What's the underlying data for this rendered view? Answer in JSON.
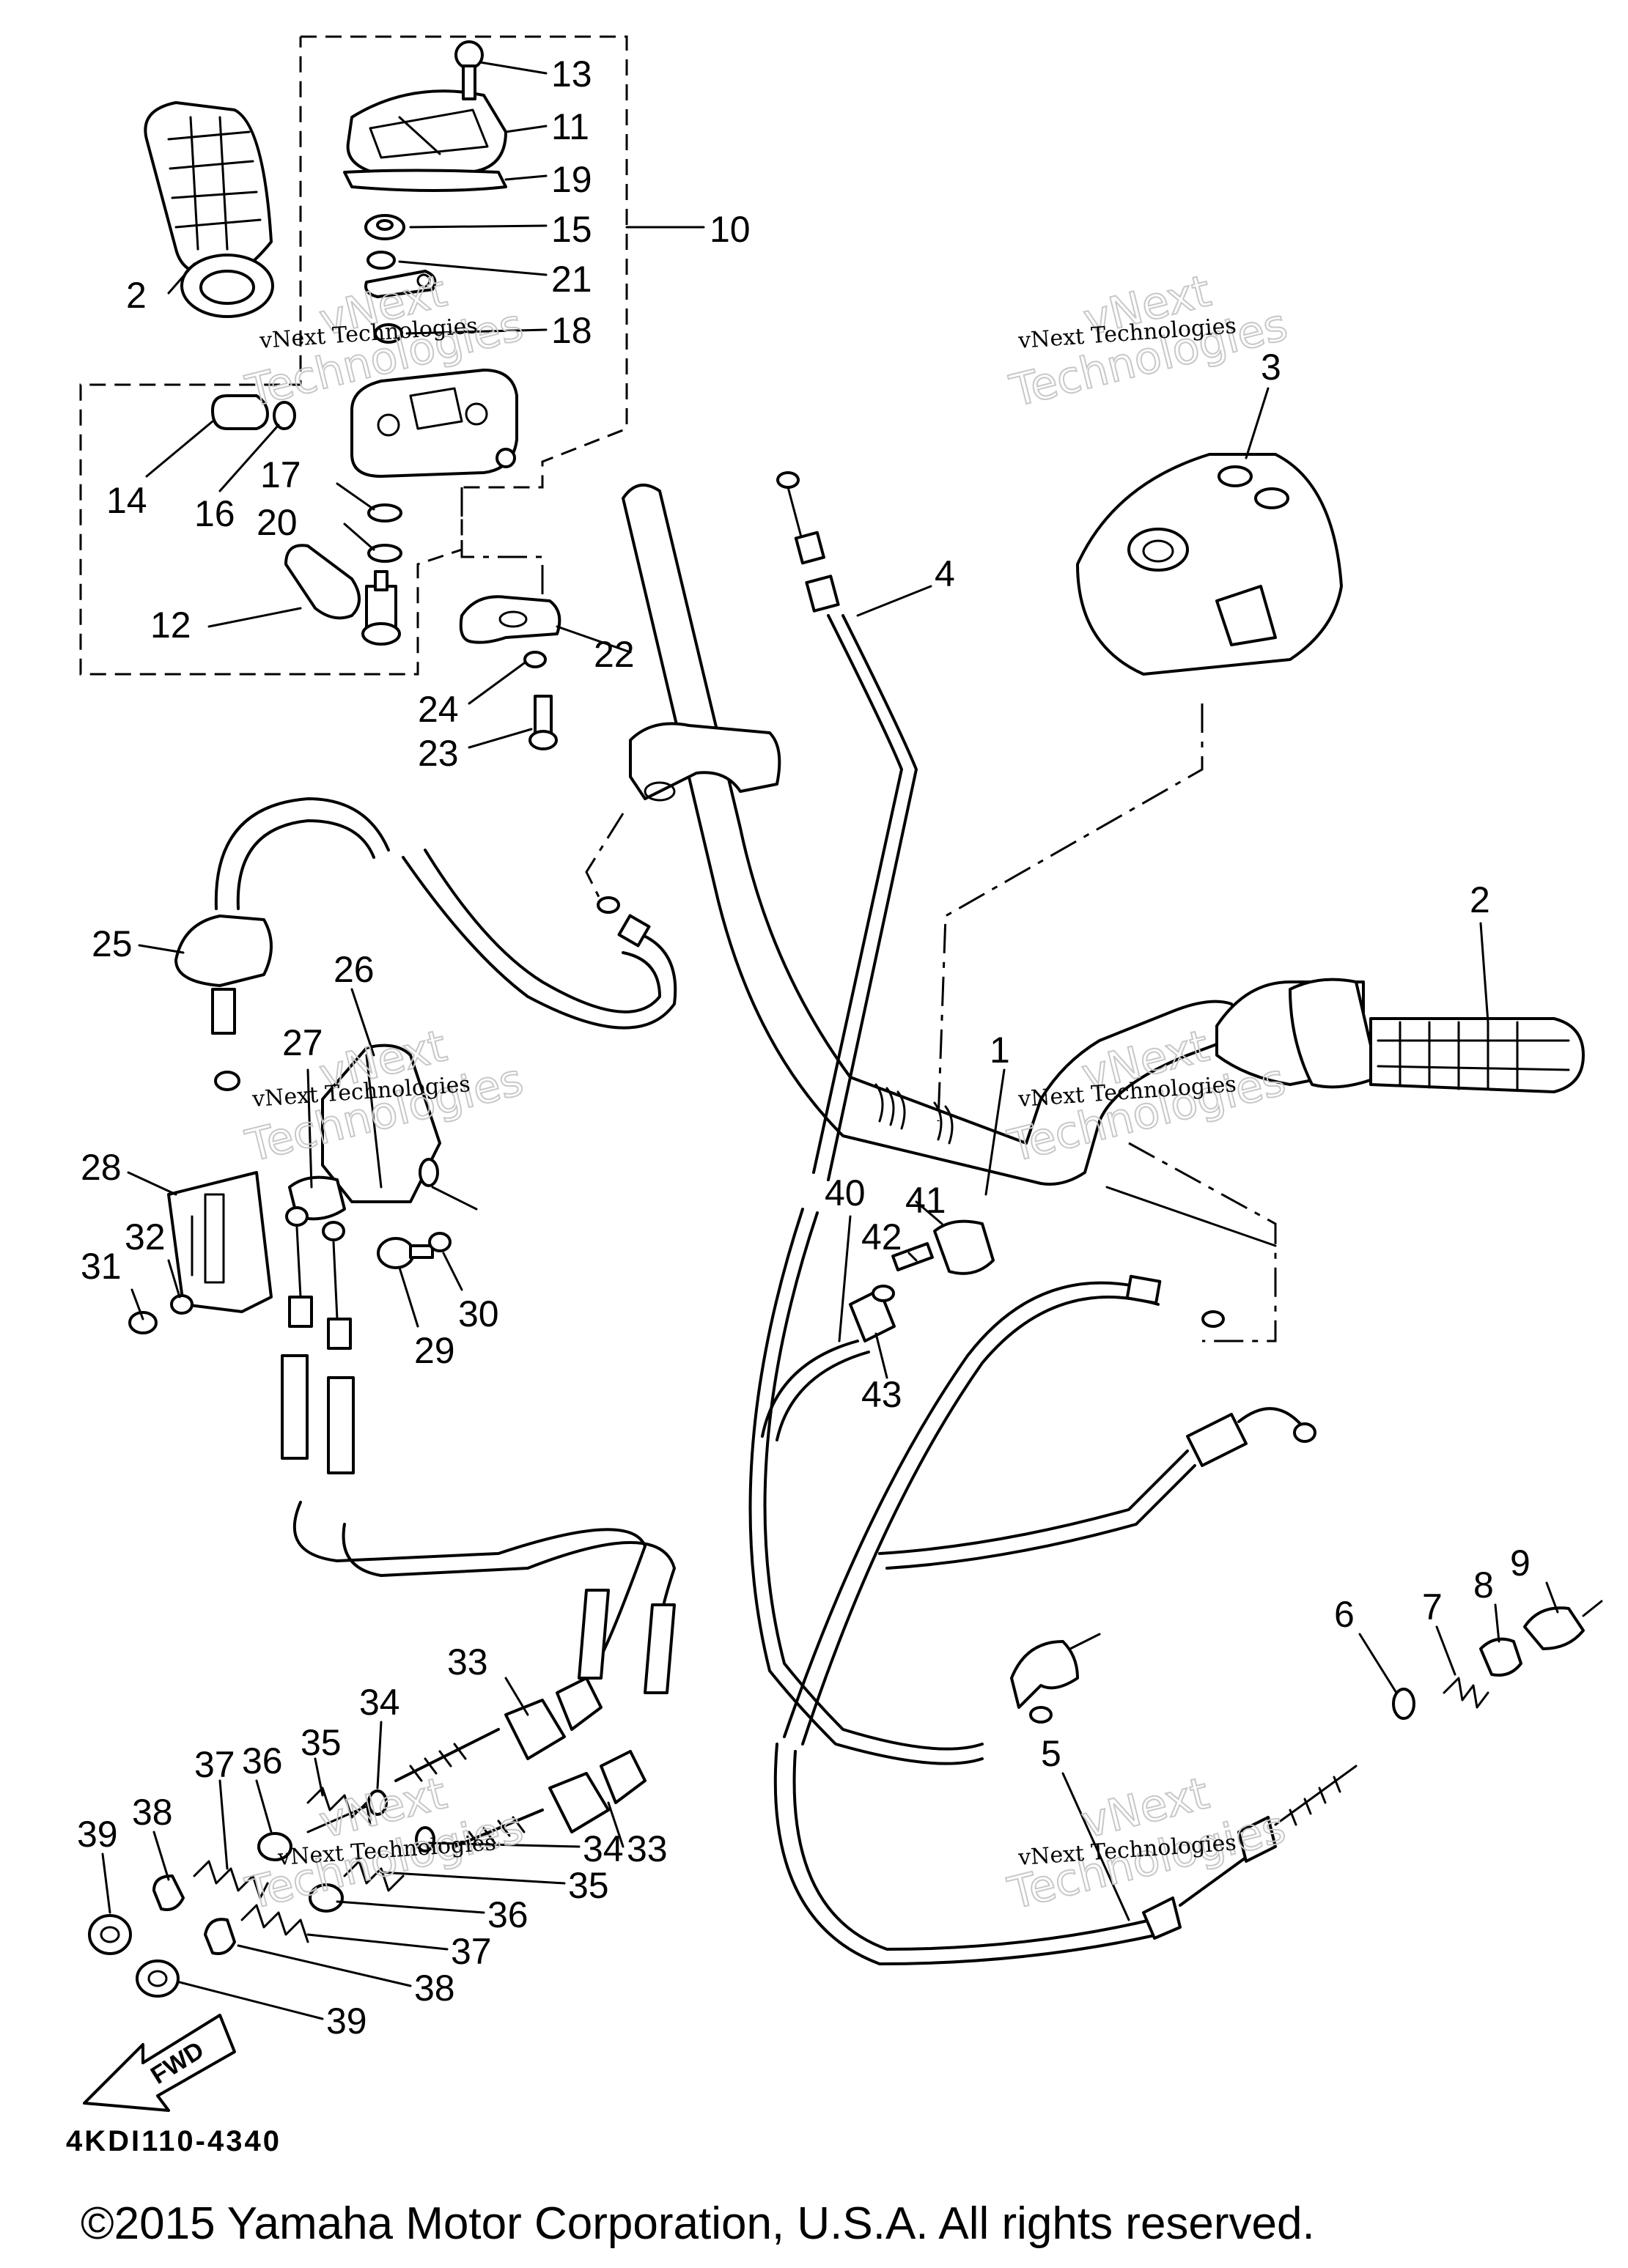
{
  "callouts": [
    {
      "id": "13",
      "label": "13"
    },
    {
      "id": "11",
      "label": "11"
    },
    {
      "id": "19",
      "label": "19"
    },
    {
      "id": "15",
      "label": "15"
    },
    {
      "id": "21",
      "label": "21"
    },
    {
      "id": "18",
      "label": "18"
    },
    {
      "id": "10",
      "label": "10"
    },
    {
      "id": "2a",
      "label": "2"
    },
    {
      "id": "14",
      "label": "14"
    },
    {
      "id": "16",
      "label": "16"
    },
    {
      "id": "17",
      "label": "17"
    },
    {
      "id": "20",
      "label": "20"
    },
    {
      "id": "12",
      "label": "12"
    },
    {
      "id": "22",
      "label": "22"
    },
    {
      "id": "24",
      "label": "24"
    },
    {
      "id": "23",
      "label": "23"
    },
    {
      "id": "3",
      "label": "3"
    },
    {
      "id": "4",
      "label": "4"
    },
    {
      "id": "2b",
      "label": "2"
    },
    {
      "id": "25",
      "label": "25"
    },
    {
      "id": "26",
      "label": "26"
    },
    {
      "id": "27",
      "label": "27"
    },
    {
      "id": "28",
      "label": "28"
    },
    {
      "id": "31",
      "label": "31"
    },
    {
      "id": "32",
      "label": "32"
    },
    {
      "id": "29",
      "label": "29"
    },
    {
      "id": "30",
      "label": "30"
    },
    {
      "id": "1",
      "label": "1"
    },
    {
      "id": "40",
      "label": "40"
    },
    {
      "id": "41",
      "label": "41"
    },
    {
      "id": "42",
      "label": "42"
    },
    {
      "id": "43",
      "label": "43"
    },
    {
      "id": "9",
      "label": "9"
    },
    {
      "id": "8",
      "label": "8"
    },
    {
      "id": "7",
      "label": "7"
    },
    {
      "id": "6",
      "label": "6"
    },
    {
      "id": "5",
      "label": "5"
    },
    {
      "id": "33a",
      "label": "33"
    },
    {
      "id": "34a",
      "label": "34"
    },
    {
      "id": "33b",
      "label": "33"
    },
    {
      "id": "36a",
      "label": "36"
    },
    {
      "id": "35a",
      "label": "35"
    },
    {
      "id": "37a",
      "label": "37"
    },
    {
      "id": "38a",
      "label": "38"
    },
    {
      "id": "39a",
      "label": "39"
    },
    {
      "id": "34b",
      "label": "34"
    },
    {
      "id": "35b",
      "label": "35"
    },
    {
      "id": "36b",
      "label": "36"
    },
    {
      "id": "37b",
      "label": "37"
    },
    {
      "id": "38b",
      "label": "38"
    },
    {
      "id": "39b",
      "label": "39"
    }
  ],
  "watermark": {
    "line1": "vNext",
    "line2": "Technologies",
    "caption": "vNext Technologies"
  },
  "direction_arrow": "FWD",
  "diagram_code": "4KDI110-4340",
  "copyright": "©2015 Yamaha Motor Corporation, U.S.A. All rights reserved."
}
